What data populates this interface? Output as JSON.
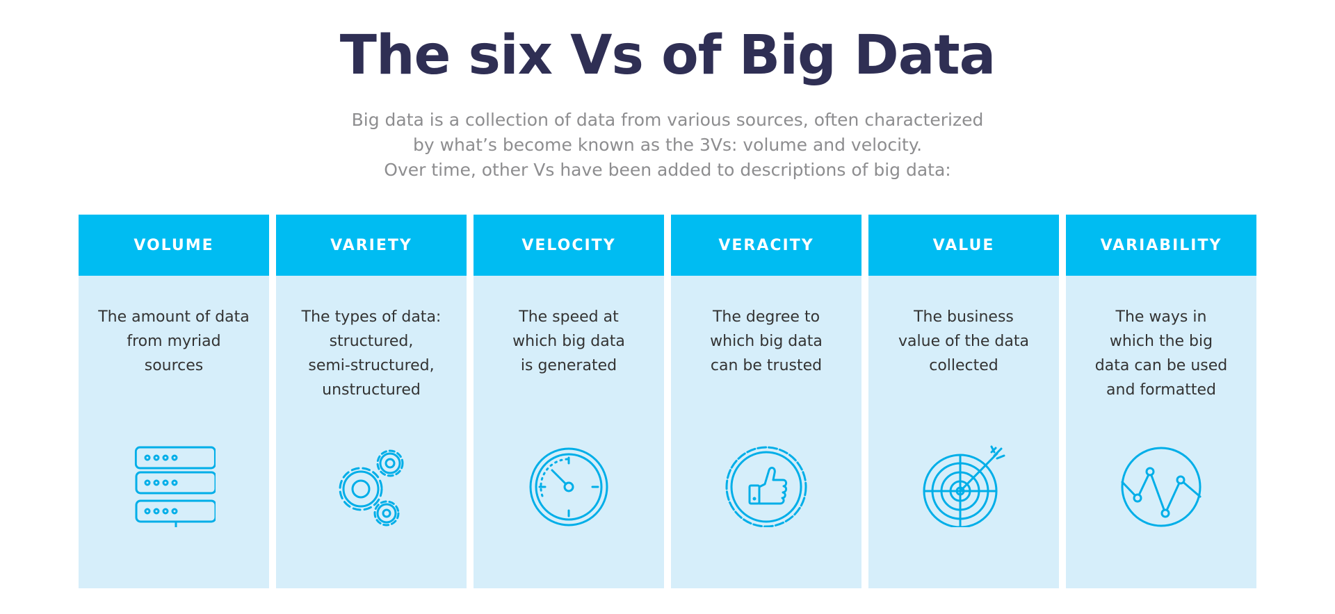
{
  "title": "The six Vs of Big Data",
  "subtitle_lines": [
    "Big data is a collection of data from various sources, often characterized",
    "by what’s become known as the 3Vs: volume and velocity.",
    "Over time, other Vs have been added to descriptions of big data:"
  ],
  "colors": {
    "title": "#2f2f54",
    "subtitle": "#8d8d8f",
    "header_bg": "#00bcf2",
    "card_bg": "#d6eefa",
    "icon": "#00aee8"
  },
  "cards": [
    {
      "heading": "VOLUME",
      "desc_lines": [
        "The amount of data",
        "from myriad",
        "sources"
      ],
      "icon": "server-stack-icon"
    },
    {
      "heading": "VARIETY",
      "desc_lines": [
        "The types of data:",
        "structured,",
        "semi-structured,",
        "unstructured"
      ],
      "icon": "gears-icon"
    },
    {
      "heading": "VELOCITY",
      "desc_lines": [
        "The speed at",
        "which big data",
        "is generated"
      ],
      "icon": "speedometer-icon"
    },
    {
      "heading": "VERACITY",
      "desc_lines": [
        "The degree to",
        "which big data",
        "can be trusted"
      ],
      "icon": "thumbs-up-badge-icon"
    },
    {
      "heading": "VALUE",
      "desc_lines": [
        "The business",
        "value of the data",
        "collected"
      ],
      "icon": "target-arrow-icon"
    },
    {
      "heading": "VARIABILITY",
      "desc_lines": [
        "The ways in",
        "which the big",
        "data can be used",
        "and formatted"
      ],
      "icon": "line-graph-circle-icon"
    }
  ]
}
